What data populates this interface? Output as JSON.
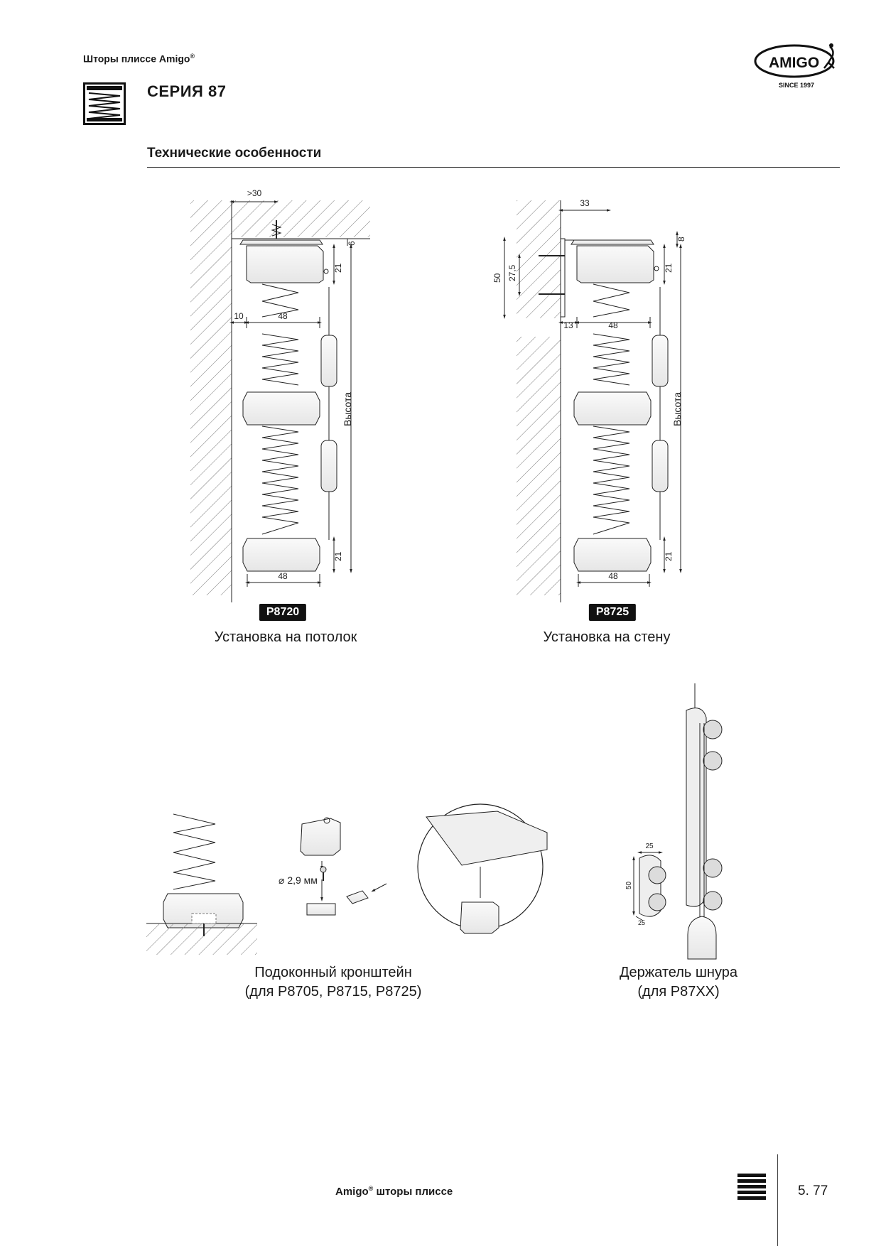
{
  "header": {
    "brand": "Шторы плиссе Amigo",
    "brand_mark": "®",
    "series_title": "СЕРИЯ 87",
    "logo_text": "AMIGO",
    "logo_since": "SINCE 1997"
  },
  "section": {
    "title": "Технические особенности"
  },
  "diagrams": {
    "ceiling": {
      "code": "P8720",
      "caption": "Установка на потолок",
      "dims": {
        "gap": ">30",
        "top": "6",
        "head": "21",
        "offset": "10",
        "width": "48",
        "height_label": "Высота",
        "bottom": "21",
        "bottom_width": "48"
      }
    },
    "wall": {
      "code": "P8725",
      "caption": "Установка на стену",
      "dims": {
        "depth": "33",
        "top": "8",
        "bracket": "50",
        "holes": "27,5",
        "head": "21",
        "offset": "13",
        "width": "48",
        "height_label": "Высота",
        "bottom": "21",
        "bottom_width": "48"
      }
    },
    "sill": {
      "screw": "⌀ 2,9 мм",
      "caption_line1": "Подоконный кронштейн",
      "caption_line2": "(для P8705, P8715, P8725)"
    },
    "cord": {
      "dim_w": "25",
      "dim_h": "50",
      "dim_small": "25",
      "caption_line1": "Держатель шнура",
      "caption_line2": "(для P87XX)"
    }
  },
  "footer": {
    "text": "Amigo",
    "mark": "®",
    "text_tail": " шторы плиссе",
    "page": "5. 77"
  }
}
